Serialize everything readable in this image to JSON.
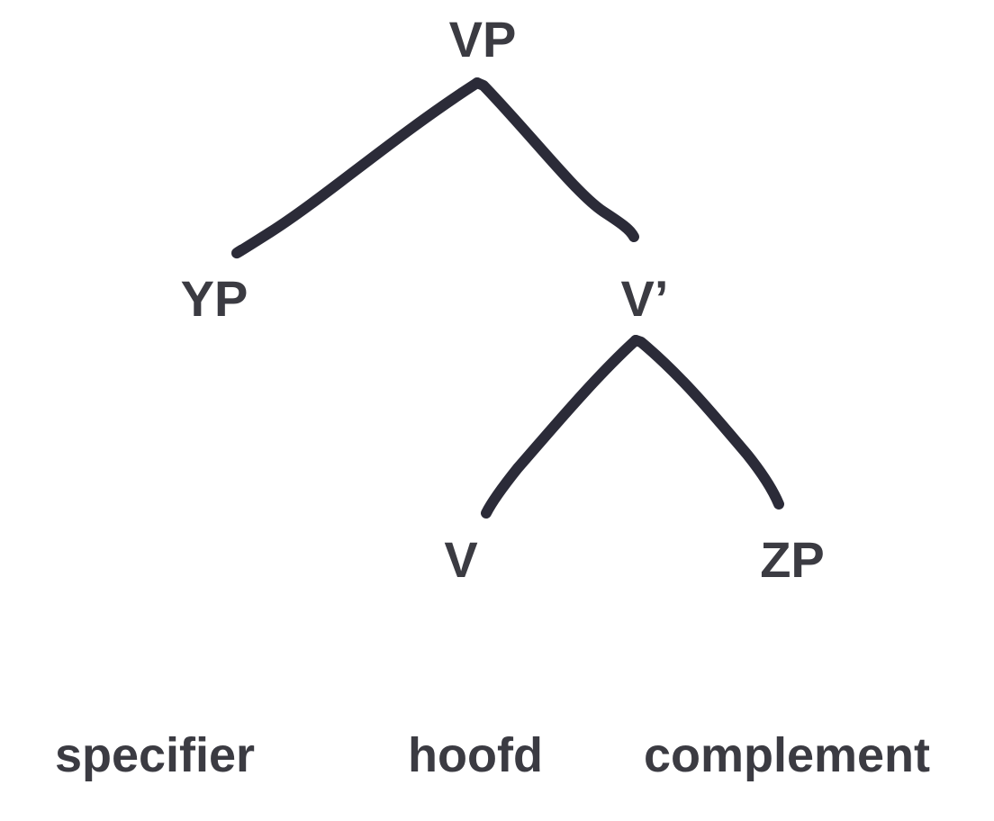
{
  "tree": {
    "nodes": {
      "root": "VP",
      "specifier_node": "YP",
      "bar_node": "V’",
      "head_node": "V",
      "complement_node": "ZP"
    },
    "edges": [
      [
        "VP",
        "YP"
      ],
      [
        "VP",
        "V’"
      ],
      [
        "V’",
        "V"
      ],
      [
        "V’",
        "ZP"
      ]
    ],
    "roles": {
      "specifier": "specifier",
      "head": "hoofd",
      "complement": "complement"
    }
  },
  "colors": {
    "line": "#2b2b38",
    "text": "#3b3b42"
  }
}
